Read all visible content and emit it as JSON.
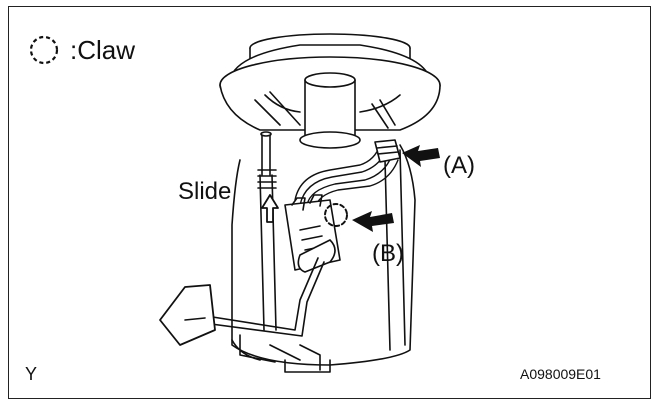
{
  "legend": {
    "text": ":Claw",
    "symbol": "dashed-circle-icon"
  },
  "labels": {
    "slide": "Slide",
    "a": "(A)",
    "b": "(B)"
  },
  "corner_mark": "Y",
  "figure_code": "A098009E01",
  "colors": {
    "line": "#111111",
    "background": "#ffffff"
  }
}
